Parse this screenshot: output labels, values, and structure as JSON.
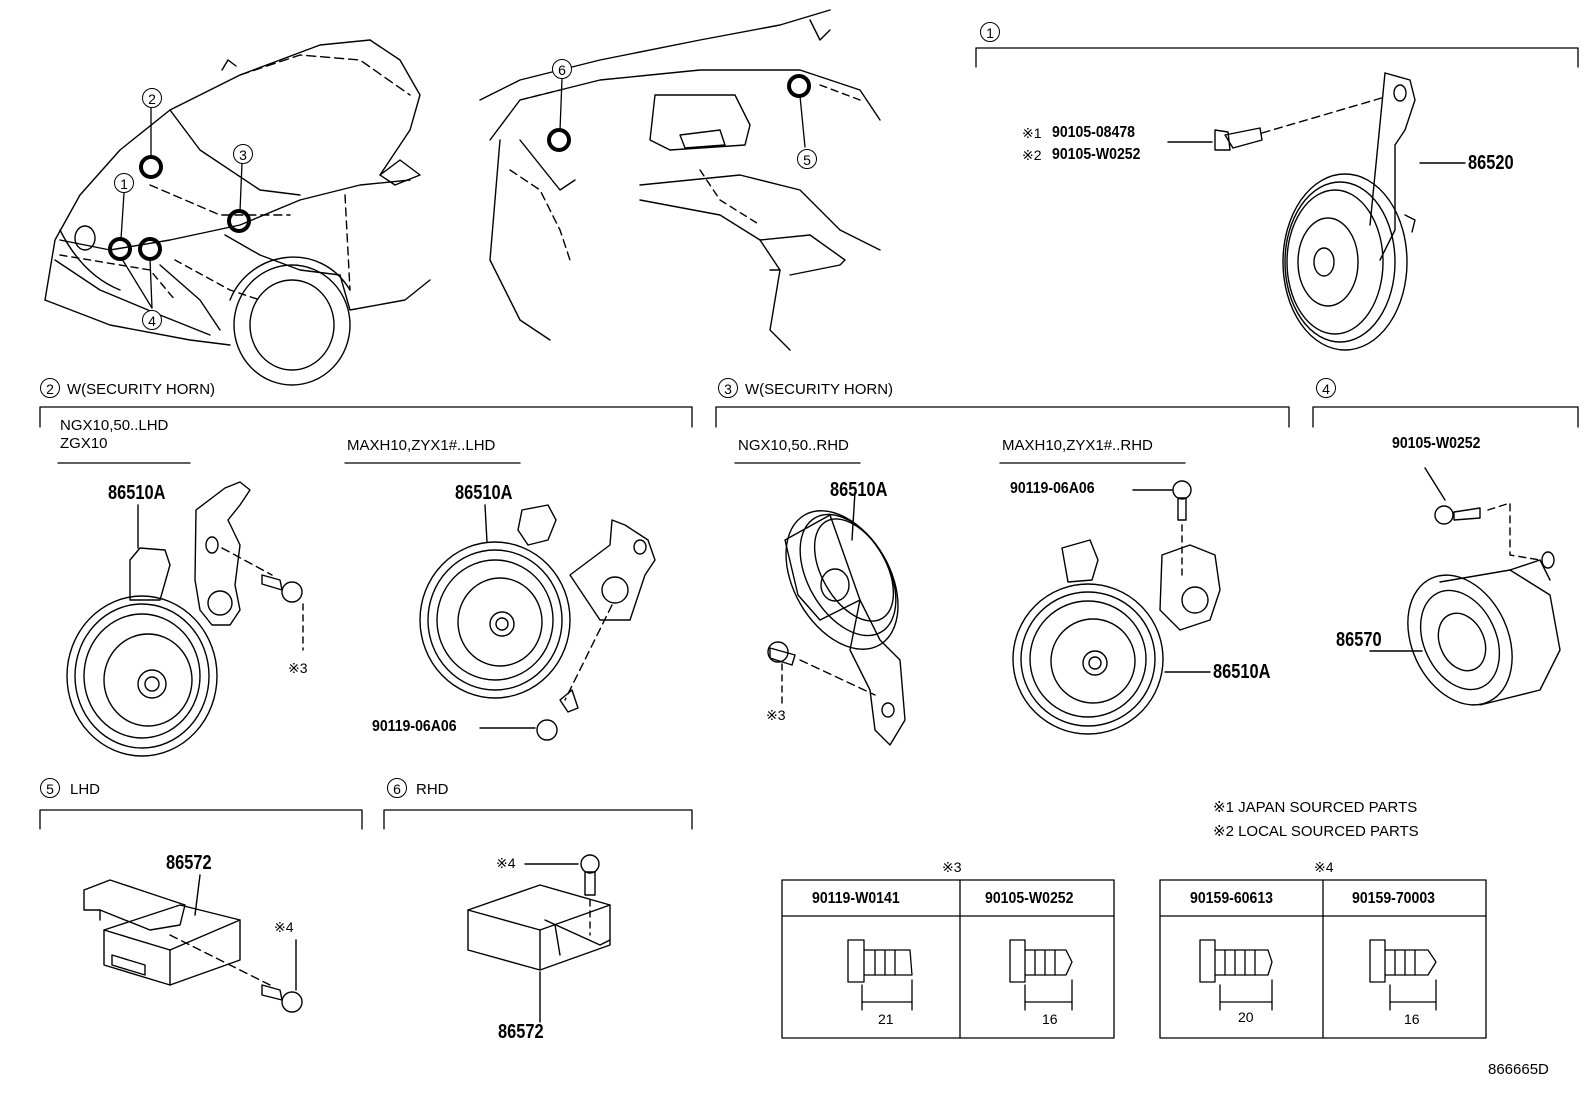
{
  "callouts": {
    "c1": "1",
    "c2": "2",
    "c3": "3",
    "c4": "4",
    "c5": "5",
    "c6": "6"
  },
  "sections": {
    "s1": {
      "num": "1",
      "note1": "※1",
      "part_a": "90105-08478",
      "note2": "※2",
      "part_b": "90105-W0252",
      "horn": "86520"
    },
    "s2": {
      "num": "2",
      "title": "W(SECURITY HORN)",
      "variant_a_line1": "NGX10,50..LHD",
      "variant_a_line2": "ZGX10",
      "variant_b": "MAXH10,ZYX1#..LHD",
      "horn_a": "86510A",
      "horn_b": "86510A",
      "bolt_note": "※3",
      "bolt_b": "90119-06A06"
    },
    "s3": {
      "num": "3",
      "title": "W(SECURITY HORN)",
      "variant_a": "NGX10,50..RHD",
      "variant_b": "MAXH10,ZYX1#..RHD",
      "horn_a": "86510A",
      "horn_b": "86510A",
      "bolt_note": "※3",
      "bolt_b": "90119-06A06"
    },
    "s4": {
      "num": "4",
      "bolt": "90105-W0252",
      "siren": "86570"
    },
    "s5": {
      "num": "5",
      "title": "LHD",
      "module": "86572",
      "bolt_note": "※4"
    },
    "s6": {
      "num": "6",
      "title": "RHD",
      "module": "86572",
      "bolt_note": "※4"
    }
  },
  "legend": {
    "line1": "※1 JAPAN SOURCED PARTS",
    "line2": "※2 LOCAL SOURCED PARTS"
  },
  "table3": {
    "label": "※3",
    "headers": [
      "90119-W0141",
      "90105-W0252"
    ],
    "lengths": [
      "21",
      "16"
    ]
  },
  "table4": {
    "label": "※4",
    "headers": [
      "90159-60613",
      "90159-70003"
    ],
    "lengths": [
      "20",
      "16"
    ]
  },
  "drawing_id": "866665D"
}
